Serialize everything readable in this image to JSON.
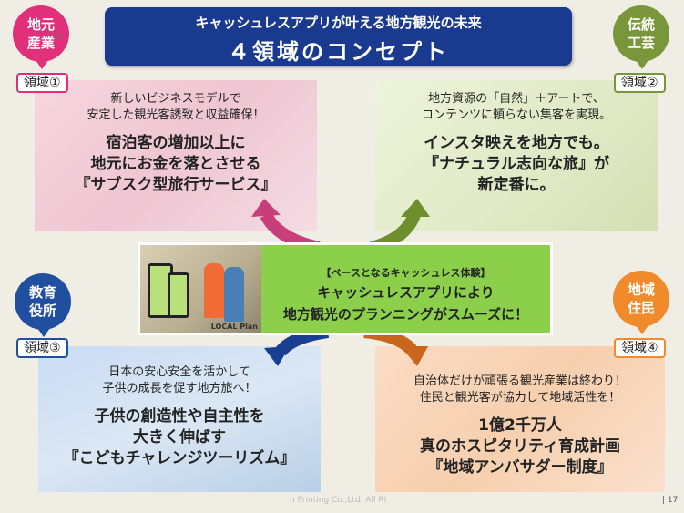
{
  "title": {
    "sub": "キャッシュレスアプリが叶える地方観光の未来",
    "main": "４領域のコンセプト"
  },
  "areas": [
    {
      "bubble1": "地元",
      "bubble2": "産業",
      "tag": "領域①",
      "s1": "新しいビジネスモデルで",
      "s2": "安定した観光客誘致と収益確保！",
      "b1": "宿泊客の増加以上に",
      "b2": "地元にお金を落とさせる",
      "b3": "『サブスク型旅行サービス』",
      "color": "#e0307a"
    },
    {
      "bubble1": "伝統",
      "bubble2": "工芸",
      "tag": "領域②",
      "s1": "地方資源の「自然」＋アートで、",
      "s2": "コンテンツに頼らない集客を実現。",
      "b1": "インスタ映えを地方でも。",
      "b2": "『ナチュラル志向な旅』が",
      "b3": "新定番に。",
      "color": "#7a963a"
    },
    {
      "bubble1": "教育",
      "bubble2": "役所",
      "tag": "領域③",
      "s1": "日本の安心安全を活かして",
      "s2": "子供の成長を促す地方旅へ！",
      "b1": "子供の創造性や自主性を",
      "b2": "大きく伸ばす",
      "b3": "『こどもチャレンジツーリズム』",
      "color": "#1f4f9e"
    },
    {
      "bubble1": "地域",
      "bubble2": "住民",
      "tag": "領域④",
      "s1": "自治体だけが頑張る観光産業は終わり！",
      "s2": "住民と観光客が協力して地域活性を！",
      "b1": "1億2千万人",
      "b2": "真のホスピタリティ育成計画",
      "b3": "『地域アンバサダー制度』",
      "color": "#f08a2a"
    }
  ],
  "center": {
    "s": "【ベースとなるキャッシュレス体験】",
    "b1": "キャッシュレスアプリにより",
    "b2": "地方観光のプランニングがスムーズに！",
    "app_name": "LOCAL Plan"
  },
  "footer": {
    "copyright": "n Printing Co.,Ltd. All Ri",
    "page": "| 17"
  }
}
